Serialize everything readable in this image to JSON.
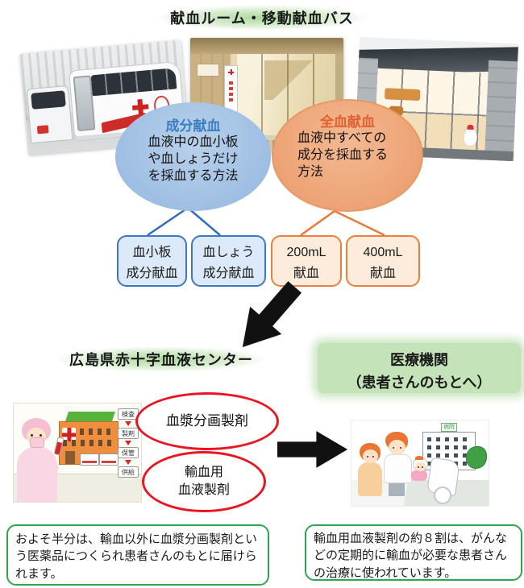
{
  "title": "献血ルーム・移動献血バス",
  "colors": {
    "component_blue_text": "#3b7dc4",
    "component_ellipse_fill": "#9cbde2",
    "whole_blood_orange_text": "#e06030",
    "whole_blood_ellipse_fill": "#eda173",
    "box_blue_border": "#3d79c0",
    "box_blue_fill": "#dbe9f8",
    "box_orange_border": "#e8813c",
    "box_orange_fill": "#fdecdc",
    "highlight_green": "#c4e3b8",
    "note_border_green": "#2ba84e",
    "product_ellipse_red": "#ea1520",
    "arrow_black": "#111111"
  },
  "photos": [
    {
      "name": "mobile-blood-donation-bus"
    },
    {
      "name": "blood-donation-room-entrance"
    },
    {
      "name": "blood-donation-room-exterior"
    }
  ],
  "component_donation": {
    "title": "成分献血",
    "body_lines": [
      "血液中の血小板",
      "や血しょうだけ",
      "を採血する方法"
    ],
    "children": [
      {
        "line1": "血小板",
        "line2": "成分献血"
      },
      {
        "line1": "血しょう",
        "line2": "成分献血"
      }
    ]
  },
  "whole_blood_donation": {
    "title": "全血献血",
    "body_lines": [
      "血液中すべての",
      "成分を採血する",
      "方法"
    ],
    "children": [
      {
        "line1": "200mL",
        "line2": "献血"
      },
      {
        "line1": "400mL",
        "line2": "献血"
      }
    ]
  },
  "blood_center": {
    "label": "広島県赤十字血液センター",
    "process_steps": [
      "検査",
      "製剤",
      "保管",
      "供給"
    ],
    "products": [
      {
        "lines": [
          "血漿分画製剤"
        ]
      },
      {
        "lines": [
          "輸血用",
          "血液製剤"
        ]
      }
    ],
    "note": "およそ半分は、輸血以外に血漿分画製剤という医薬品につくられ患者さんのもとに届けられます。"
  },
  "medical_institution": {
    "label_line1": "医療機関",
    "label_line2": "（患者さんのもとへ）",
    "hospital_sign": "病院",
    "note": "輸血用血液製剤の約８割は、がんなどの定期的に輸血が必要な患者さんの治療に使われています。"
  }
}
